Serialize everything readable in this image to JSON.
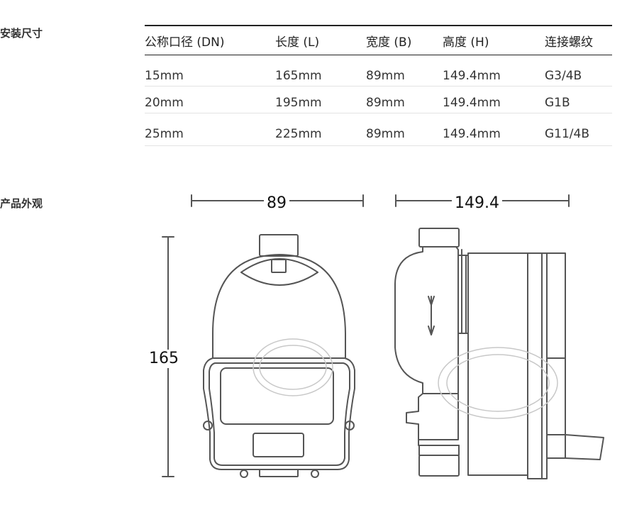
{
  "sections": {
    "install_dimensions": "安装尺寸",
    "product_appearance": "产品外观"
  },
  "table": {
    "headers": [
      "公称口径 (DN)",
      "长度 (L)",
      "宽度 (B)",
      "高度 (H)",
      "连接螺纹"
    ],
    "rows": [
      [
        "15mm",
        "165mm",
        "89mm",
        "149.4mm",
        "G3/4B"
      ],
      [
        "20mm",
        "195mm",
        "89mm",
        "149.4mm",
        "G1B"
      ],
      [
        "25mm",
        "225mm",
        "89mm",
        "149.4mm",
        "G11/4B"
      ]
    ]
  },
  "drawing": {
    "width_label": "89",
    "depth_label": "149.4",
    "height_label": "165"
  }
}
